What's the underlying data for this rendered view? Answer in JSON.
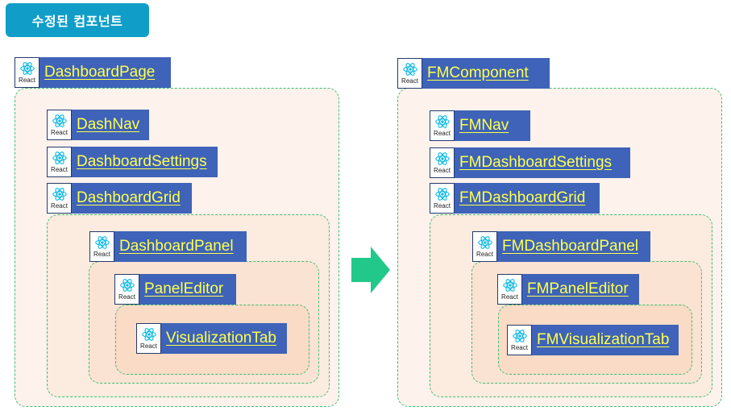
{
  "title": "수정된 컴포넌트",
  "react_label": "React",
  "colors": {
    "badge": "#109ec9",
    "component_box": "#3e63b8",
    "component_text": "#ffff4d",
    "dashed_border": "#3dbf72",
    "arrow": "#22c88a",
    "react_logo": "#00b5e2"
  },
  "left": {
    "root": "DashboardPage",
    "nav": "DashNav",
    "settings": "DashboardSettings",
    "grid": "DashboardGrid",
    "panel": "DashboardPanel",
    "editor": "PanelEditor",
    "tab": "VisualizationTab"
  },
  "right": {
    "root": "FMComponent",
    "nav": "FMNav",
    "settings": "FMDashboardSettings",
    "grid": "FMDashboardGrid",
    "panel": "FMDashboardPanel",
    "editor": "FMPanelEditor",
    "tab": "FMVisualizationTab"
  }
}
